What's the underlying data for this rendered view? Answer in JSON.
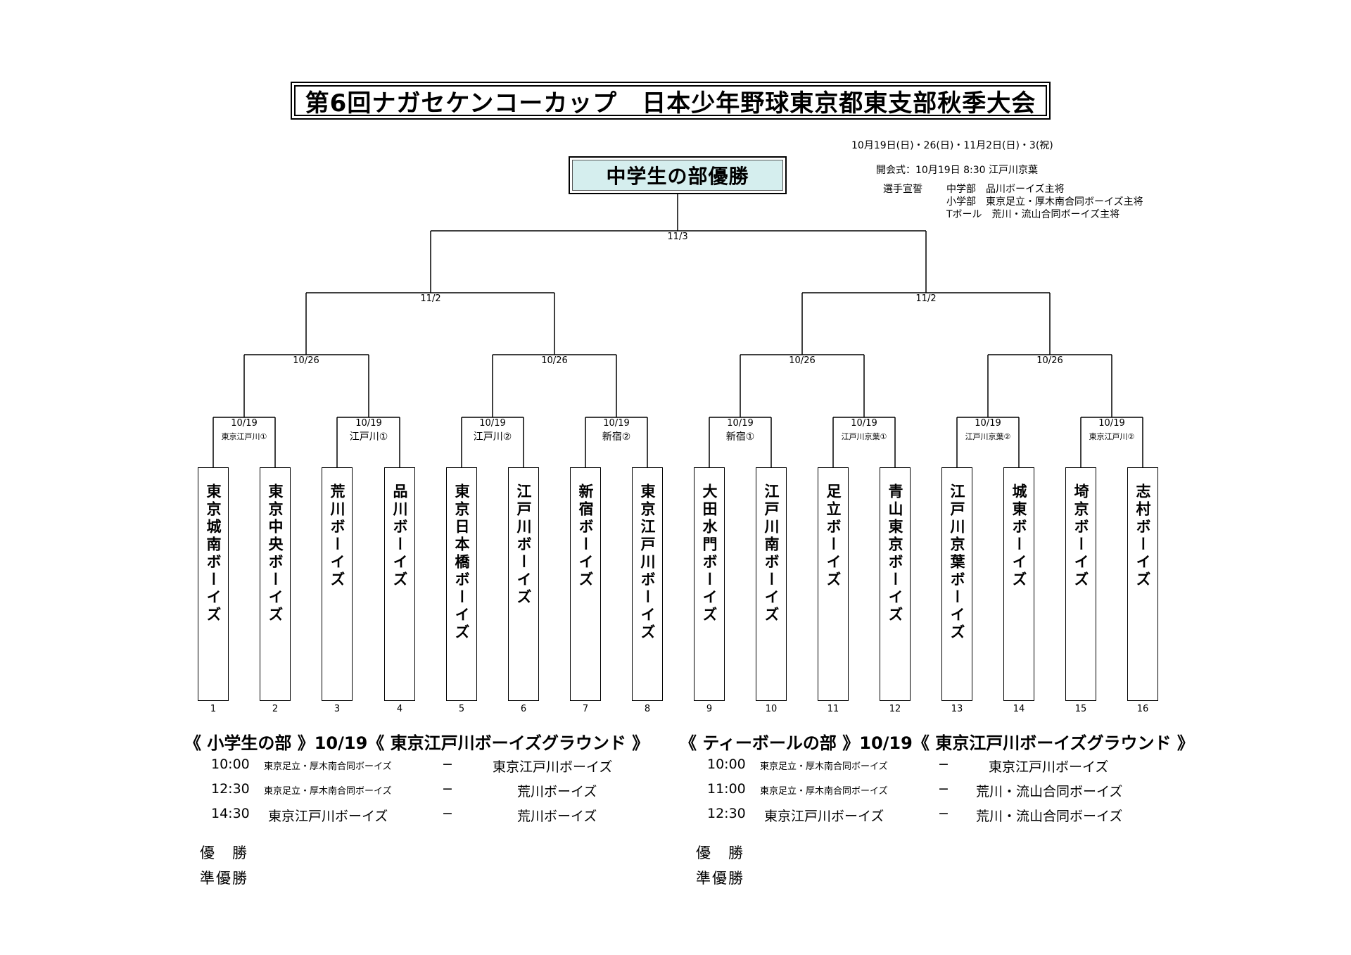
{
  "title": "第6回ナガセケンコーカップ　日本少年野球東京都東支部秋季大会",
  "champion_box": "中学生の部優勝",
  "info": {
    "dates": "10月19日(日)・26(日)・11月2日(日)・3(祝)",
    "opening": "開会式：10月19日 8:30 江戸川京葉",
    "oath_label": "選手宣誓",
    "oaths": [
      "中学部　品川ボーイズ主将",
      "小学部　東京足立・厚木南合同ボーイズ主将",
      "Tボール　荒川・流山合同ボーイズ主将"
    ]
  },
  "rounds": {
    "final": "11/3",
    "semi": [
      "11/2",
      "11/2"
    ],
    "quarter": [
      "10/26",
      "10/26",
      "10/26",
      "10/26"
    ],
    "first": [
      {
        "date": "10/19",
        "venue": "東京江戸川①"
      },
      {
        "date": "10/19",
        "venue": "江戸川①"
      },
      {
        "date": "10/19",
        "venue": "江戸川②"
      },
      {
        "date": "10/19",
        "venue": "新宿②"
      },
      {
        "date": "10/19",
        "venue": "新宿①"
      },
      {
        "date": "10/19",
        "venue": "江戸川京葉①"
      },
      {
        "date": "10/19",
        "venue": "江戸川京葉②"
      },
      {
        "date": "10/19",
        "venue": "東京江戸川②"
      }
    ]
  },
  "teams": [
    {
      "name": "東京城南ボーイズ",
      "num": "1"
    },
    {
      "name": "東京中央ボーイズ",
      "num": "2"
    },
    {
      "name": "荒川ボーイズ",
      "num": "3"
    },
    {
      "name": "品川ボーイズ",
      "num": "4"
    },
    {
      "name": "東京日本橋ボーイズ",
      "num": "5"
    },
    {
      "name": "江戸川ボーイズ",
      "num": "6"
    },
    {
      "name": "新宿ボーイズ",
      "num": "7"
    },
    {
      "name": "東京江戸川ボーイズ",
      "num": "8"
    },
    {
      "name": "大田水門ボーイズ",
      "num": "9"
    },
    {
      "name": "江戸川南ボーイズ",
      "num": "10"
    },
    {
      "name": "足立ボーイズ",
      "num": "11"
    },
    {
      "name": "青山東京ボーイズ",
      "num": "12"
    },
    {
      "name": "江戸川京葉ボーイズ",
      "num": "13"
    },
    {
      "name": "城東ボーイズ",
      "num": "14"
    },
    {
      "name": "埼京ボーイズ",
      "num": "15"
    },
    {
      "name": "志村ボーイズ",
      "num": "16"
    }
  ],
  "elementary": {
    "heading": "《 小学生の部 》10/19《 東京江戸川ボーイズグラウンド 》",
    "games": [
      {
        "time": "10:00",
        "home": "東京足立・厚木南合同ボーイズ",
        "dash": "−",
        "away": "東京江戸川ボーイズ"
      },
      {
        "time": "12:30",
        "home": "東京足立・厚木南合同ボーイズ",
        "dash": "−",
        "away": "荒川ボーイズ"
      },
      {
        "time": "14:30",
        "home": "東京江戸川ボーイズ",
        "dash": "−",
        "away": "荒川ボーイズ"
      }
    ],
    "winner_label": "優　勝",
    "runner_label": "準優勝"
  },
  "tball": {
    "heading": "《 ティーボールの部 》10/19《 東京江戸川ボーイズグラウンド 》",
    "games": [
      {
        "time": "10:00",
        "home": "東京足立・厚木南合同ボーイズ",
        "dash": "−",
        "away": "東京江戸川ボーイズ"
      },
      {
        "time": "11:00",
        "home": "東京足立・厚木南合同ボーイズ",
        "dash": "−",
        "away": "荒川・流山合同ボーイズ"
      },
      {
        "time": "12:30",
        "home": "東京江戸川ボーイズ",
        "dash": "−",
        "away": "荒川・流山合同ボーイズ"
      }
    ],
    "winner_label": "優　勝",
    "runner_label": "準優勝"
  }
}
